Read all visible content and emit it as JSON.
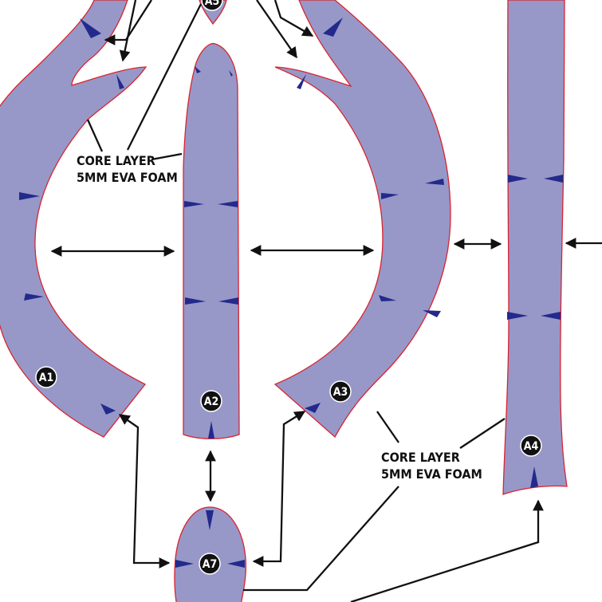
{
  "colors": {
    "foam_fill": "#9798c8",
    "outline": "#d9232f",
    "notch": "#232a8c",
    "ink": "#111111"
  },
  "pieces": [
    {
      "id": "A1",
      "label": "A1"
    },
    {
      "id": "A2",
      "label": "A2"
    },
    {
      "id": "A3",
      "label": "A3"
    },
    {
      "id": "A4",
      "label": "A4"
    },
    {
      "id": "A5",
      "label": "A5"
    },
    {
      "id": "A7",
      "label": "A7"
    }
  ],
  "callouts": [
    {
      "id": "core-left",
      "lines": [
        "CORE LAYER",
        "5MM EVA FOAM"
      ]
    },
    {
      "id": "core-right",
      "lines": [
        "CORE LAYER",
        "5MM EVA FOAM"
      ]
    }
  ]
}
